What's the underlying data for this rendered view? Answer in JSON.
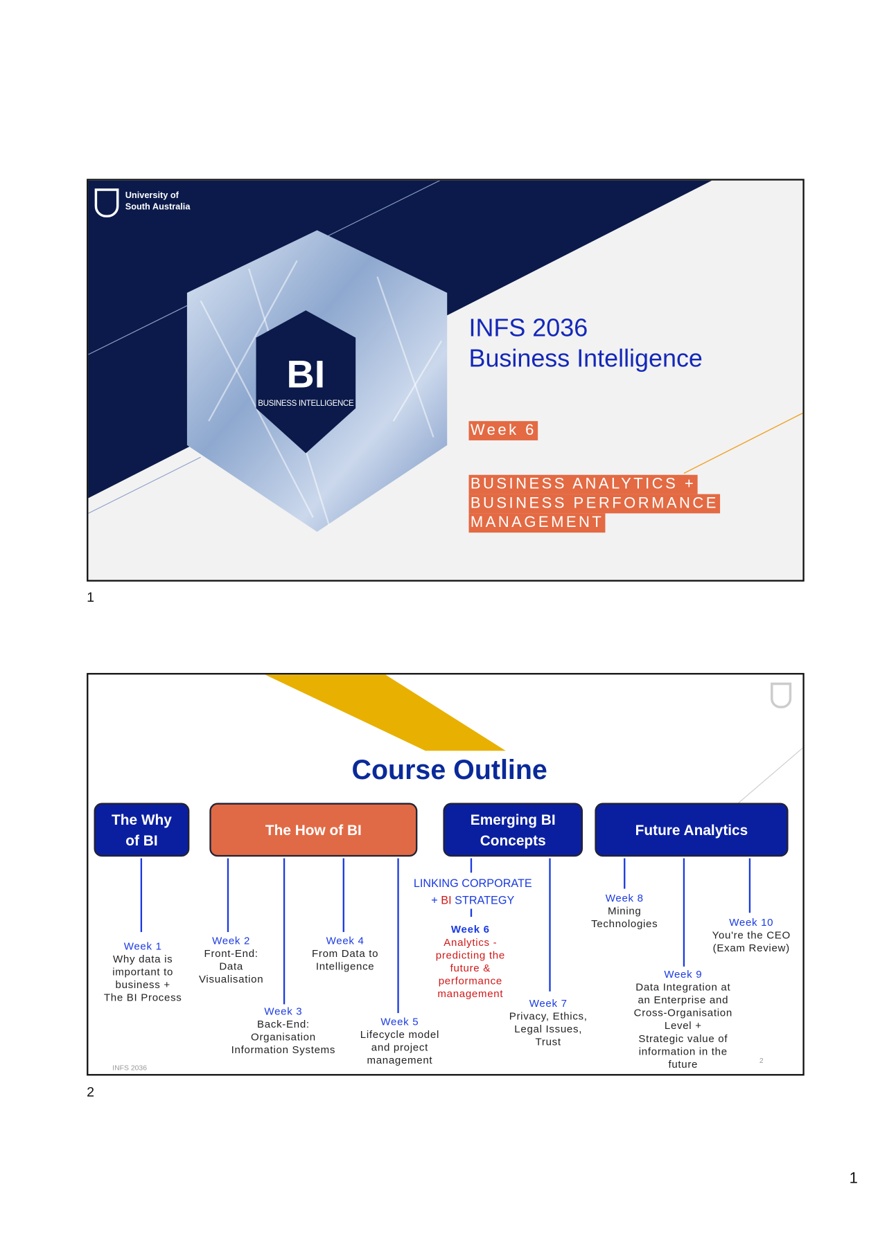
{
  "page_number": "1",
  "slides": [
    {
      "number": "1",
      "logo_text": [
        "University of",
        "South Australia"
      ],
      "hex_logo": {
        "big": "BI",
        "small": "BUSINESS INTELLIGENCE"
      },
      "title_line1": "INFS 2036",
      "title_line2": "Business Intelligence",
      "week": "Week 6",
      "topic_lines": [
        "BUSINESS ANALYTICS +",
        "BUSINESS PERFORMANCE",
        "MANAGEMENT"
      ],
      "colors": {
        "navy": "#0b1a4a",
        "accent": "#e36a43",
        "title": "#1428b8"
      }
    },
    {
      "number": "2",
      "title": "Course Outline",
      "footer": "INFS 2036",
      "slide_page": "2",
      "groups": [
        "The Why of BI",
        "The How of BI",
        "Emerging BI Concepts",
        "Future Analytics"
      ],
      "linking": {
        "line1": "LINKING CORPORATE",
        "plus": "+",
        "bi": "BI",
        "strategy": "STRATEGY"
      },
      "weeks": [
        {
          "label": "Week 1",
          "lines": [
            "Why data is",
            "important to",
            "business +",
            "The BI Process"
          ]
        },
        {
          "label": "Week 2",
          "lines": [
            "Front-End:",
            "Data",
            "Visualisation"
          ]
        },
        {
          "label": "Week 3",
          "lines": [
            "Back-End:",
            "Organisation",
            "Information Systems"
          ]
        },
        {
          "label": "Week 4",
          "lines": [
            "From Data to",
            "Intelligence"
          ]
        },
        {
          "label": "Week 5",
          "lines": [
            "Lifecycle model",
            "and project",
            "management"
          ]
        },
        {
          "label": "Week 6",
          "lines": [
            "Analytics -",
            "predicting the",
            "future &",
            "performance",
            "management"
          ]
        },
        {
          "label": "Week 7",
          "lines": [
            "Privacy, Ethics,",
            "Legal Issues,",
            "Trust"
          ]
        },
        {
          "label": "Week 8",
          "lines": [
            "Mining",
            "Technologies"
          ]
        },
        {
          "label": "Week 9",
          "lines": [
            "Data Integration at",
            "an Enterprise and",
            "Cross-Organisation",
            "Level +",
            "Strategic value of",
            "information in the",
            "future"
          ]
        },
        {
          "label": "Week 10",
          "lines": [
            "You're the CEO",
            "(Exam Review)"
          ]
        }
      ]
    }
  ]
}
